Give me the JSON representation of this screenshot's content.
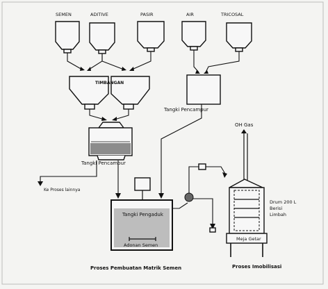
{
  "diagram": {
    "hoppers": [
      {
        "label": "SEMEN",
        "fill": "#f6f6f6"
      },
      {
        "label": "ADITIVE",
        "fill": "#f6f6f6"
      },
      {
        "label": "PASIR",
        "fill": "#8a8a8a"
      },
      {
        "label": "AIR",
        "fill": "#f6f6f6"
      },
      {
        "label": "TRICOSAL",
        "fill": "#f6f6f6"
      }
    ],
    "timbangan": "TIMBANGAN",
    "tangki_pencampur_top": "Tangki Pencampur",
    "tangki_pencampur_left": "Tangki Pencampur",
    "ke_proses_lainnya": "Ke Proses lainnya",
    "tangki_pengaduk": "Tangki Pengaduk",
    "adonan_semen": "Adonan Semen",
    "oh_gas": "OH Gas",
    "drum_label": [
      "Drum 200 L",
      "Berisi",
      "Limbah"
    ],
    "meja_getar": "Meja Getar",
    "proses_pembuatan": "Proses Pembuatan Matrik Semen",
    "proses_imobilisasi": "Proses Imobilisasi"
  }
}
